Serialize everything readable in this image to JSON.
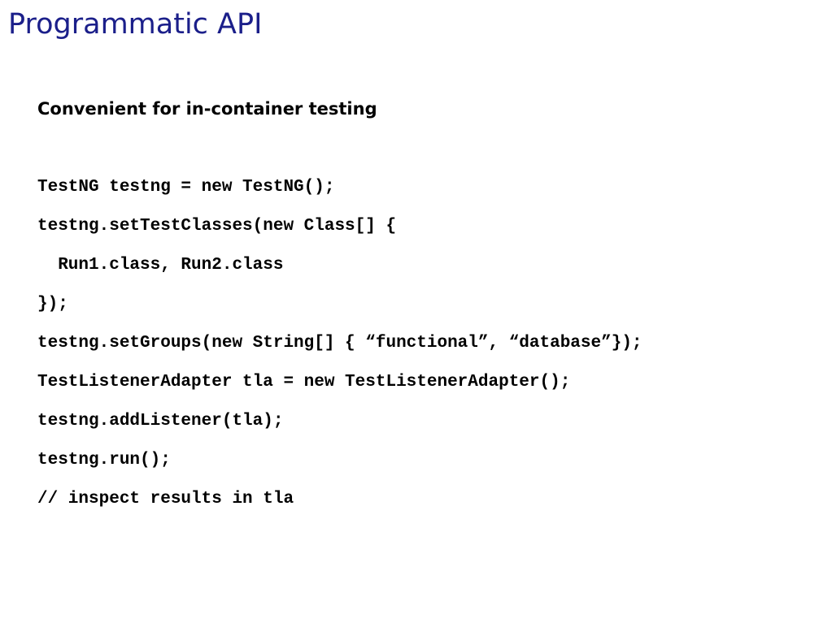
{
  "slide": {
    "title": "Programmatic API",
    "subtitle": "Convenient for in-container testing",
    "code_lines": [
      "TestNG testng = new TestNG();",
      "testng.setTestClasses(new Class[] {",
      "  Run1.class, Run2.class",
      "});",
      "testng.setGroups(new String[] { “functional”, “database”});",
      "TestListenerAdapter tla = new TestListenerAdapter();",
      "testng.addListener(tla);",
      "testng.run();",
      "// inspect results in tla"
    ]
  },
  "colors": {
    "title": "#1b1f8a",
    "text": "#000000",
    "background": "#ffffff"
  }
}
